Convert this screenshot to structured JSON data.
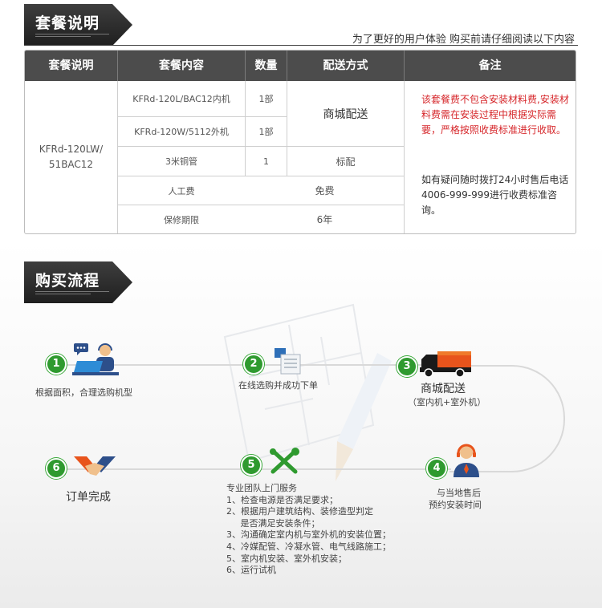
{
  "package_section": {
    "title": "套餐说明",
    "notice": "为了更好的用户体验  购买前请仔细阅读以下内容"
  },
  "table": {
    "headers": [
      "套餐说明",
      "套餐内容",
      "数量",
      "配送方式",
      "备注"
    ],
    "model": [
      "KFRd-120LW/",
      "51BAC12"
    ],
    "rows": [
      {
        "content": "KFRd-120L/BAC12内机",
        "qty": "1部"
      },
      {
        "content": "KFRd-120W/5112外机",
        "qty": "1部"
      },
      {
        "content": "3米铜管",
        "qty": "1",
        "delivery": "标配"
      },
      {
        "content": "人工费",
        "merged": "免费"
      },
      {
        "content": "保修期限",
        "merged": "6年"
      }
    ],
    "delivery_merged": "商城配送",
    "note_red": "该套餐费不包含安装材料费,安装材料费需在安装过程中根据实际需要，严格按照收费标准进行收取。",
    "note_black": "如有疑问随时拨打24小时售后电话4006-999-999进行收费标准咨询。"
  },
  "process_section": {
    "title": "购买流程",
    "steps": [
      {
        "num": "1",
        "label": "根据面积，合理选购机型",
        "icon": "customer-service-laptop-icon"
      },
      {
        "num": "2",
        "label": "在线选购并成功下单",
        "icon": "order-document-icon"
      },
      {
        "num": "3",
        "label": "商城配送",
        "sub": "（室内机+室外机）",
        "icon": "delivery-truck-icon"
      },
      {
        "num": "4",
        "label": "与当地售后",
        "sub": "预约安装时间",
        "icon": "service-agent-icon"
      },
      {
        "num": "5",
        "label": "专业团队上门服务",
        "icon": "tools-icon",
        "details": [
          "1、检查电源是否满足要求；",
          "2、根据用户建筑结构、装修造型判定",
          "     是否满足安装条件；",
          "3、沟通确定室内机与室外机的安装位置；",
          "4、冷媒配管、冷凝水管、电气线路施工；",
          "5、室内机安装、室外机安装；",
          "6、运行试机"
        ]
      },
      {
        "num": "6",
        "label": "订单完成",
        "icon": "handshake-icon"
      }
    ]
  },
  "colors": {
    "accent_green": "#2f9a2f",
    "note_red": "#d6262a",
    "header_dark": "#4c4c4c",
    "truck_orange": "#e8541c"
  }
}
